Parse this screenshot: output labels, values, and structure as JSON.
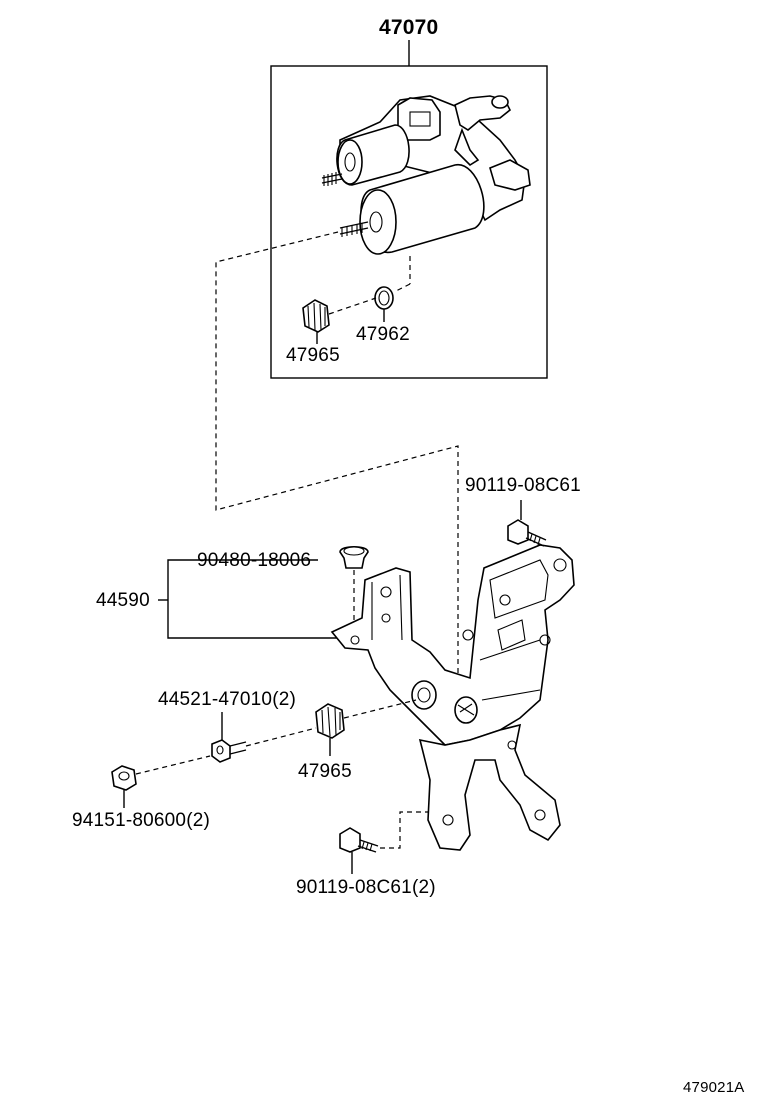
{
  "labels": {
    "actuator_assy": "47070",
    "bracket_assy": "44590",
    "grommet_upper": "47965",
    "gasket_ring": "47962",
    "bolt_top_right": "90119-08C61",
    "grommet_bracket": "90480-18006",
    "bolt_washer": "44521-47010(2)",
    "grommet_lower": "47965",
    "nut": "94151-80600(2)",
    "bolt_bottom": "90119-08C61(2)",
    "diagram_code": "479021A"
  }
}
